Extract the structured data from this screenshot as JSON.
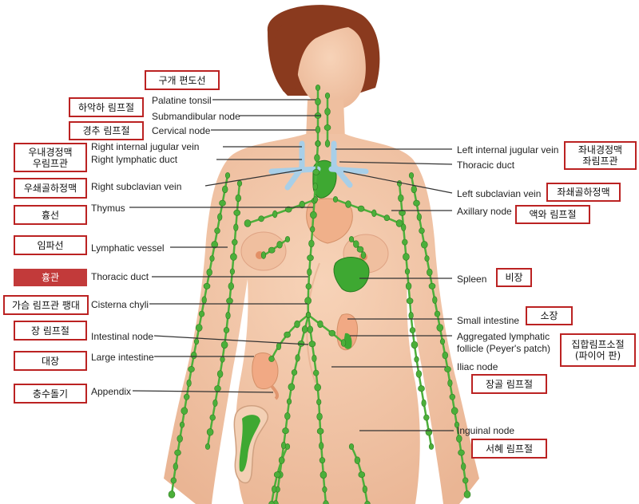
{
  "colors": {
    "skin": "#f3c9ab",
    "skin_shadow": "#e9b596",
    "hair": "#8a3a1e",
    "lymph": "#4caf3a",
    "lymph_dark": "#2f7d22",
    "vein": "#a8cfe8",
    "organ": "#f0b08a",
    "box_border": "#b22222",
    "box_fill": "#c23a3a"
  },
  "english_labels": {
    "palatine_tonsil": "Palatine tonsil",
    "submandibular_node": "Submandibular node",
    "cervical_node": "Cervical node",
    "right_internal_jugular_vein": "Right internal jugular vein",
    "right_lymphatic_duct": "Right lymphatic duct",
    "right_subclavian_vein": "Right subclavian vein",
    "thymus": "Thymus",
    "lymphatic_vessel": "Lymphatic vessel",
    "thoracic_duct_left_side": "Thoracic duct",
    "cisterna_chyli": "Cisterna chyli",
    "intestinal_node": "Intestinal node",
    "large_intestine": "Large intestine",
    "appendix": "Appendix",
    "left_internal_jugular_vein": "Left internal jugular vein",
    "thoracic_duct_right_side": "Thoracic duct",
    "left_subclavian_vein": "Left subclavian vein",
    "axillary_node": "Axillary node",
    "spleen": "Spleen",
    "small_intestine": "Small intestine",
    "aggregated_lymphatic_follicle": "Aggregated lymphatic\nfollicle (Peyer's patch)",
    "iliac_node": "Iliac node",
    "inguinal_node": "Inguinal node"
  },
  "korean_boxes": {
    "palatine_tonsil": "구개 편도선",
    "submandibular_node": "하악하 림프절",
    "cervical_node": "경추 림프절",
    "right_internal_jugular_vein": "우내경정맥\n우림프관",
    "right_subclavian_vein": "우쇄골하정맥",
    "thymus": "흉선",
    "lymphatic_vessel": "임파선",
    "thoracic_duct": "흉관",
    "cisterna_chyli": "가슴 림프관 팽대",
    "intestinal_node": "장 림프절",
    "large_intestine": "대장",
    "appendix": "충수돌기",
    "left_internal_jugular_vein": "좌내경정맥\n좌림프관",
    "left_subclavian_vein": "좌쇄골하정맥",
    "axillary_node": "액와 림프절",
    "spleen": "비장",
    "small_intestine": "소장",
    "aggregated_lymphatic_follicle": "집합림프소절\n(파이어 판)",
    "iliac_node": "장골 림프절",
    "inguinal_node": "서혜 림프절"
  }
}
